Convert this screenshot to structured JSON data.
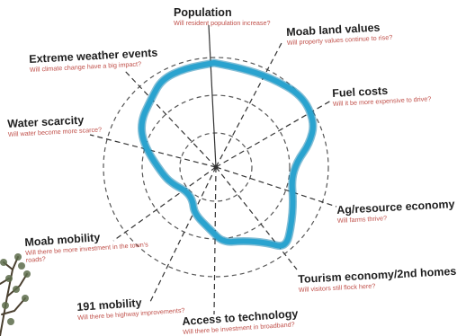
{
  "diagram": {
    "line_color": "#2aa3cf",
    "axis_color": "#333333",
    "question_color": "#c0504a",
    "spokes": [
      {
        "title": "Population",
        "question": "Will resident population increase?"
      },
      {
        "title": "Moab land values",
        "question": "Will property values continue to rise?"
      },
      {
        "title": "Fuel costs",
        "question": "Will it be more expensive to drive?"
      },
      {
        "title": "Ag/resource economy",
        "question": "Will farms thrive?"
      },
      {
        "title": "Tourism economy/2nd homes",
        "question": "Will visitors still flock here?"
      },
      {
        "title": "Access to technology",
        "question": "Will there be investment in broadband?"
      },
      {
        "title": "191 mobility",
        "question": "Will there be highway improvements?"
      },
      {
        "title": "Moab mobility",
        "question": "Will there be more investment in the town's roads?"
      },
      {
        "title": "Water scarcity",
        "question": "Will water become more scarce?"
      },
      {
        "title": "Extreme weather events",
        "question": "Will climate change have a big impact?"
      }
    ]
  }
}
